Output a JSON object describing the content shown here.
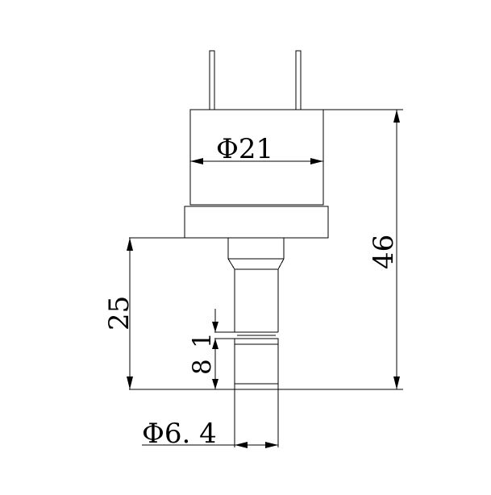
{
  "dimensions": {
    "body_diameter": "Φ21",
    "overall_height": "46",
    "probe_length": "25",
    "groove_offset": "1",
    "tip_length": "8",
    "tip_diameter": "Φ6. 4"
  }
}
